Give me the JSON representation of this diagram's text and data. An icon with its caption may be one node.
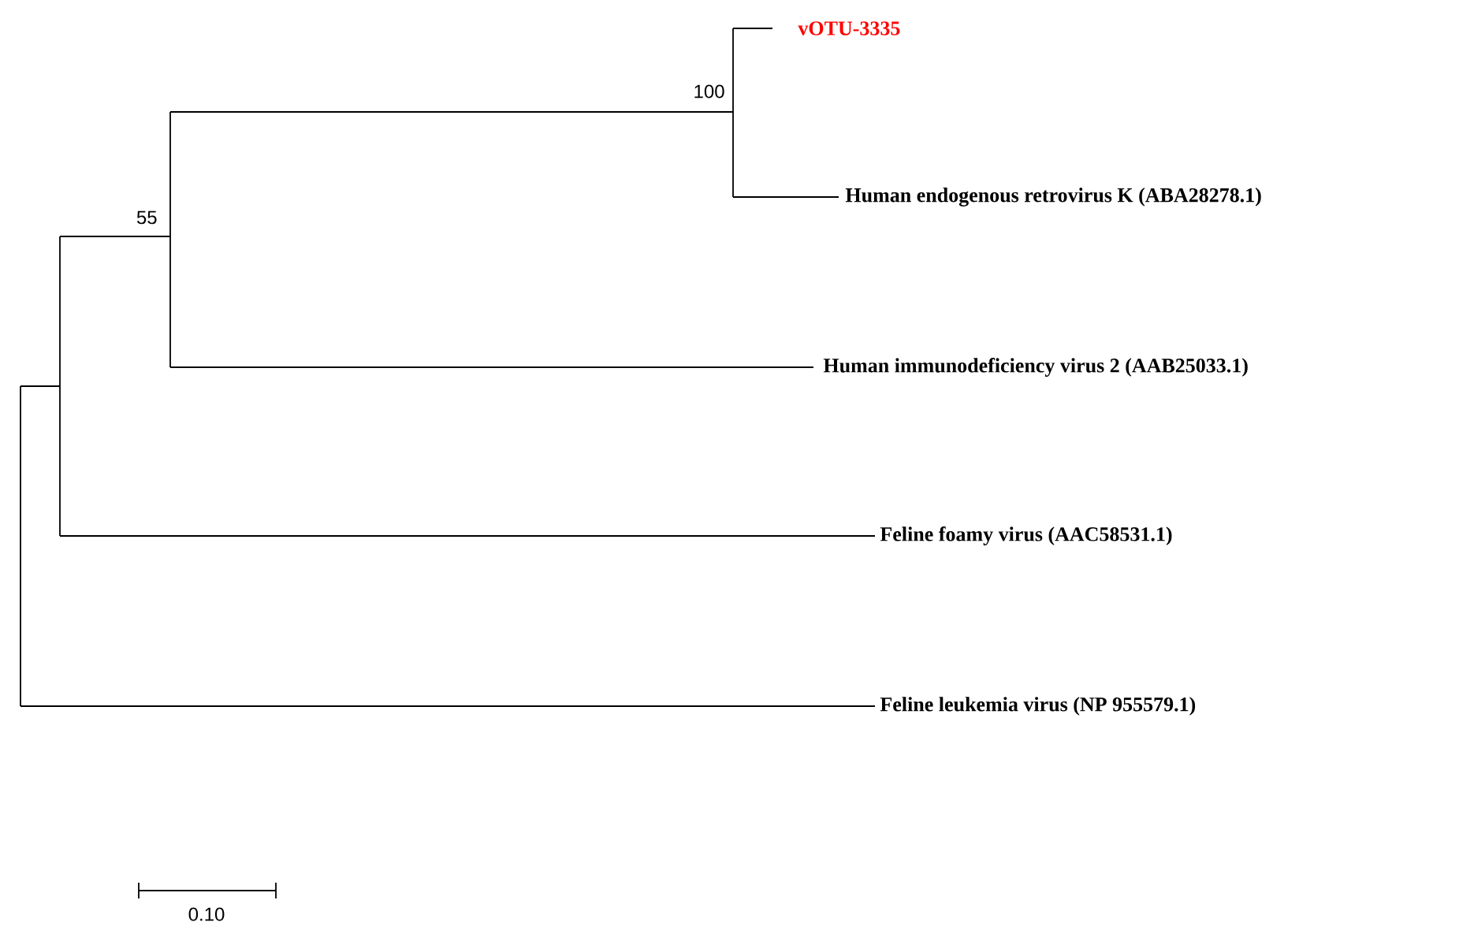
{
  "diagram": {
    "labels": [
      "vOTU-3335",
      "100",
      "Human endogenous retrovirus K (ABA28278.1)",
      "55",
      "Human immunodeficiency virus 2 (AAB25033.1)",
      "Feline foamy virus (AAC58531.1)",
      "Feline leukemia virus (NP 955579.1)",
      "0.10"
    ]
  }
}
